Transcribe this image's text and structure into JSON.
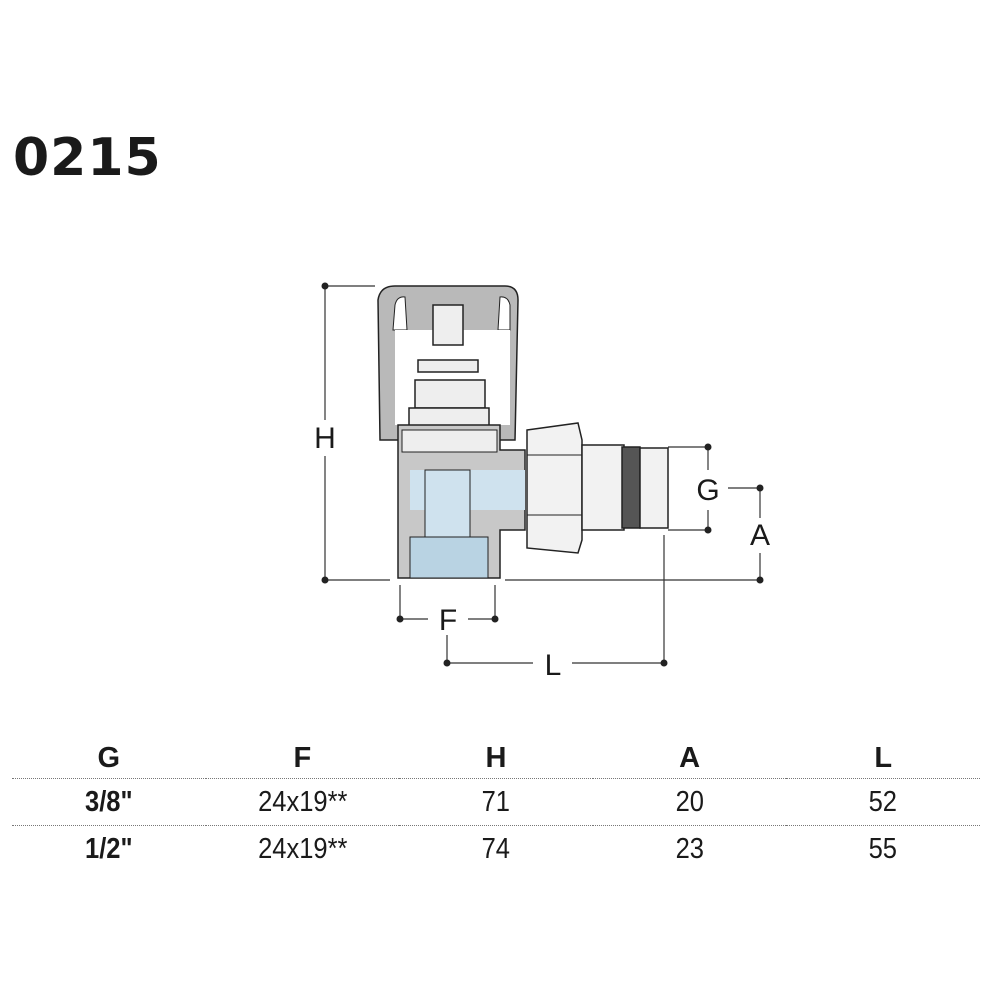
{
  "title": "0215",
  "diagram": {
    "labels": {
      "H": "H",
      "G": "G",
      "A": "A",
      "F": "F",
      "L": "L"
    }
  },
  "table": {
    "headers": [
      "G",
      "F",
      "H",
      "A",
      "L"
    ],
    "rows": [
      [
        "3/8\"",
        "24x19**",
        "71",
        "20",
        "52"
      ],
      [
        "1/2\"",
        "24x19**",
        "74",
        "23",
        "55"
      ]
    ]
  }
}
